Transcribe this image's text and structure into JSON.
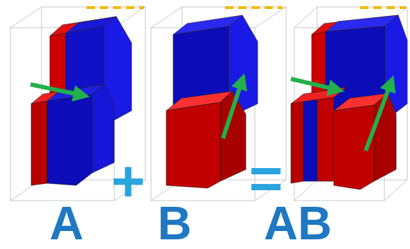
{
  "diagram": {
    "labels": [
      "A",
      "+",
      "B",
      "=",
      "AB"
    ]
  }
}
